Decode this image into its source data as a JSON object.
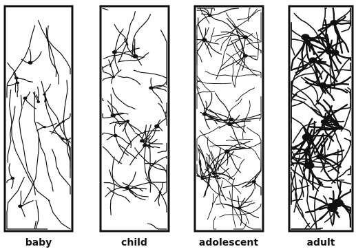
{
  "panels": [
    {
      "label": "baby",
      "neurons": 11,
      "branching": 1
    },
    {
      "label": "child",
      "neurons": 12,
      "branching": 3
    },
    {
      "label": "adolescent",
      "neurons": 13,
      "branching": 5
    },
    {
      "label": "adult",
      "neurons": 14,
      "branching": 6
    }
  ],
  "colors": {
    "ink": "#111111",
    "background": "#ffffff"
  }
}
